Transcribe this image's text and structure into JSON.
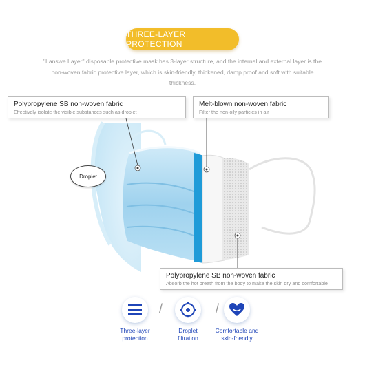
{
  "title": "THREE-LAYER PROTECTION",
  "intro": "\"Lanswe Layer\" disposable protective mask has 3-layer structure, and the internal and external layer is the non-woven fabric protective layer, which is skin-friendly, thickened, damp proof and soft with suitable thickness.",
  "callouts": [
    {
      "heading": "Polypropylene SB non-woven fabric",
      "text": "Effectively isolate the visible substances such as droplet"
    },
    {
      "heading": "Melt-blown non-woven fabric",
      "text": "Filter the non-oily particles in air"
    },
    {
      "heading": "Polypropylene SB non-woven fabric",
      "text": "Absorb the hot breath from the body to make the skin dry and comfortable"
    }
  ],
  "droplet_label": "Droplet",
  "features": [
    {
      "label_line1": "Three-layer",
      "label_line2": "protection",
      "icon": "layers-icon"
    },
    {
      "label_line1": "Droplet",
      "label_line2": "filtration",
      "icon": "filter-target-icon"
    },
    {
      "label_line1": "Comfortable and",
      "label_line2": "skin-friendly",
      "icon": "heart-hands-icon"
    }
  ],
  "colors": {
    "accent": "#f2bd2a",
    "feature_blue": "#1f45b8",
    "mask_blue": "#8fcbe9",
    "mask_edge": "#1f9bd8"
  }
}
